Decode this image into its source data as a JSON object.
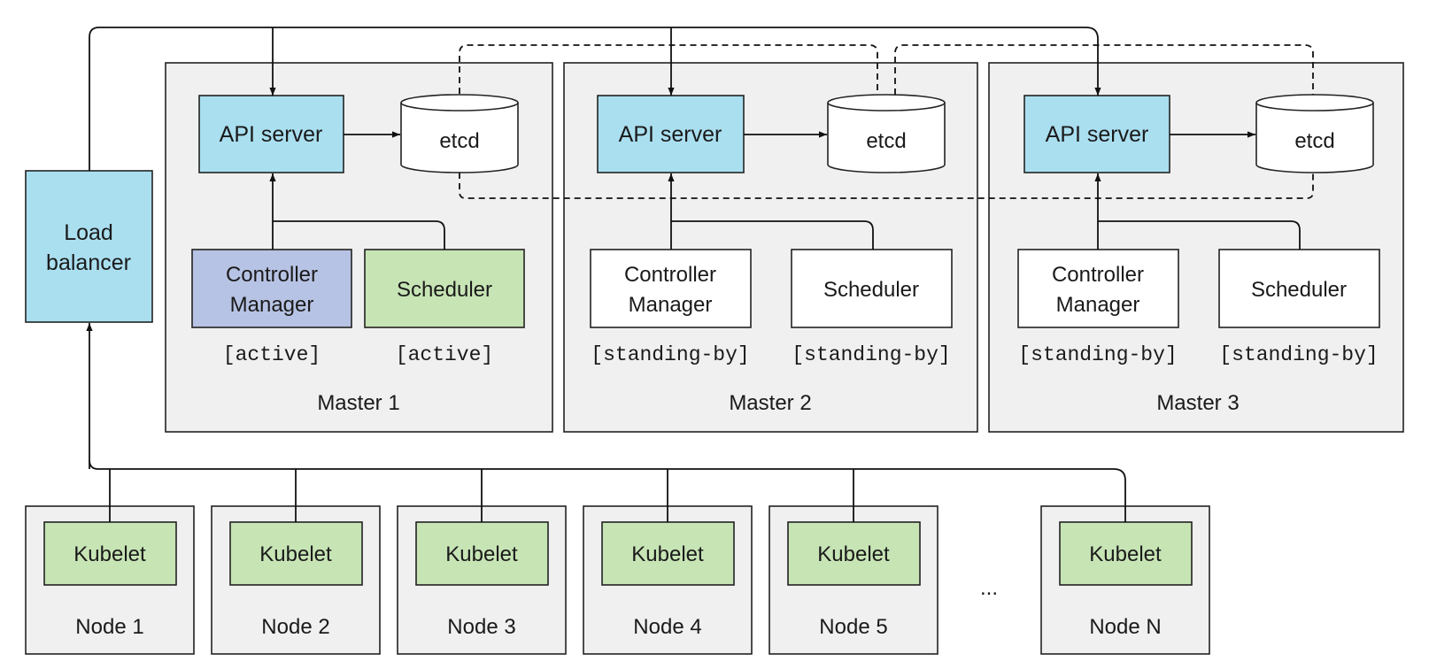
{
  "colors": {
    "api_server": "#aadff0",
    "load_balancer": "#aadff0",
    "controller_manager_active": "#b7c3e4",
    "scheduler_active": "#c7e4b5",
    "kubelet": "#c7e4b5",
    "standby": "#ffffff",
    "panel": "#f0f0f0"
  },
  "load_balancer": {
    "line1": "Load",
    "line2": "balancer"
  },
  "masters": [
    {
      "label": "Master 1",
      "api_server": "API server",
      "etcd": "etcd",
      "controller_manager": {
        "line1": "Controller",
        "line2": "Manager",
        "state": "[active]"
      },
      "scheduler": {
        "label": "Scheduler",
        "state": "[active]"
      }
    },
    {
      "label": "Master 2",
      "api_server": "API server",
      "etcd": "etcd",
      "controller_manager": {
        "line1": "Controller",
        "line2": "Manager",
        "state": "[standing-by]"
      },
      "scheduler": {
        "label": "Scheduler",
        "state": "[standing-by]"
      }
    },
    {
      "label": "Master 3",
      "api_server": "API server",
      "etcd": "etcd",
      "controller_manager": {
        "line1": "Controller",
        "line2": "Manager",
        "state": "[standing-by]"
      },
      "scheduler": {
        "label": "Scheduler",
        "state": "[standing-by]"
      }
    }
  ],
  "nodes": [
    {
      "label": "Node 1",
      "kubelet": "Kubelet"
    },
    {
      "label": "Node 2",
      "kubelet": "Kubelet"
    },
    {
      "label": "Node 3",
      "kubelet": "Kubelet"
    },
    {
      "label": "Node 4",
      "kubelet": "Kubelet"
    },
    {
      "label": "Node 5",
      "kubelet": "Kubelet"
    },
    {
      "label": "Node N",
      "kubelet": "Kubelet"
    }
  ],
  "ellipsis": "..."
}
